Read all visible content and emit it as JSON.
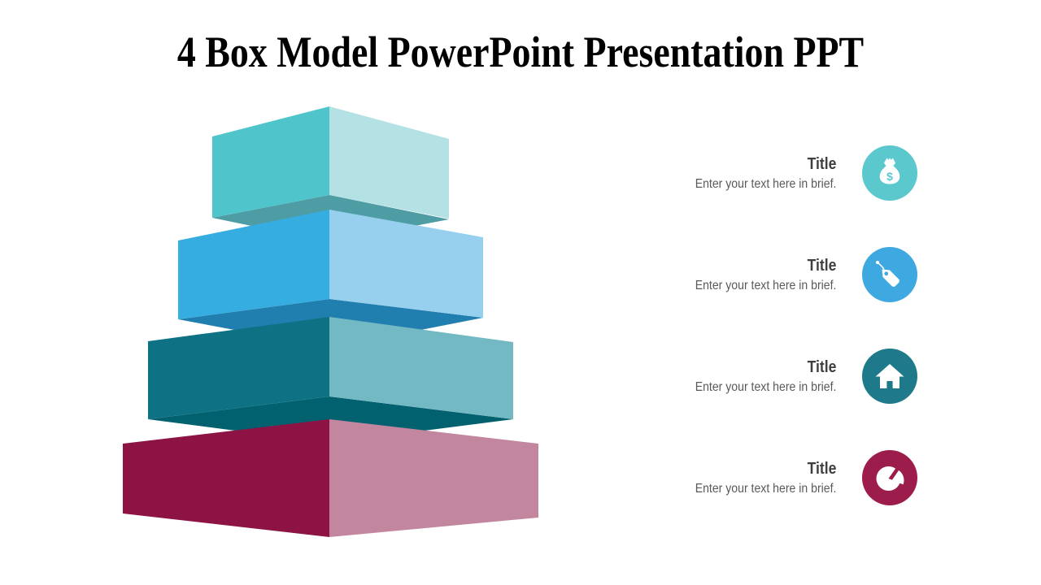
{
  "slide": {
    "title": "4 Box Model PowerPoint Presentation PPT",
    "title_color": "#000000",
    "background": "#ffffff"
  },
  "pyramid": {
    "layers": [
      {
        "name": "layer-1-top",
        "left_color": "#4FC4CB",
        "right_color": "#B3E1E4",
        "underside_color": "#4E9CA4"
      },
      {
        "name": "layer-2",
        "left_color": "#36ADE1",
        "right_color": "#97CFEE",
        "underside_color": "#217FB0"
      },
      {
        "name": "layer-3",
        "left_color": "#0E7284",
        "right_color": "#73B9C4",
        "underside_color": "#02616F"
      },
      {
        "name": "layer-4-bottom",
        "left_color": "#8E1345",
        "right_color": "#C2879F"
      }
    ]
  },
  "items": [
    {
      "title": "Title",
      "description": "Enter your text here in brief.",
      "icon": "money-bag-icon",
      "icon_glyph": "$",
      "color": "#5BC8CE"
    },
    {
      "title": "Title",
      "description": "Enter your text here in brief.",
      "icon": "price-tag-icon",
      "color": "#3EA8E0"
    },
    {
      "title": "Title",
      "description": "Enter your text here in brief.",
      "icon": "home-icon",
      "color": "#1E7A8A"
    },
    {
      "title": "Title",
      "description": "Enter your text here in brief.",
      "icon": "pie-chart-icon",
      "color": "#9C1C4B"
    }
  ],
  "text_colors": {
    "item_title": "#3f3f3f",
    "item_description": "#595959"
  }
}
